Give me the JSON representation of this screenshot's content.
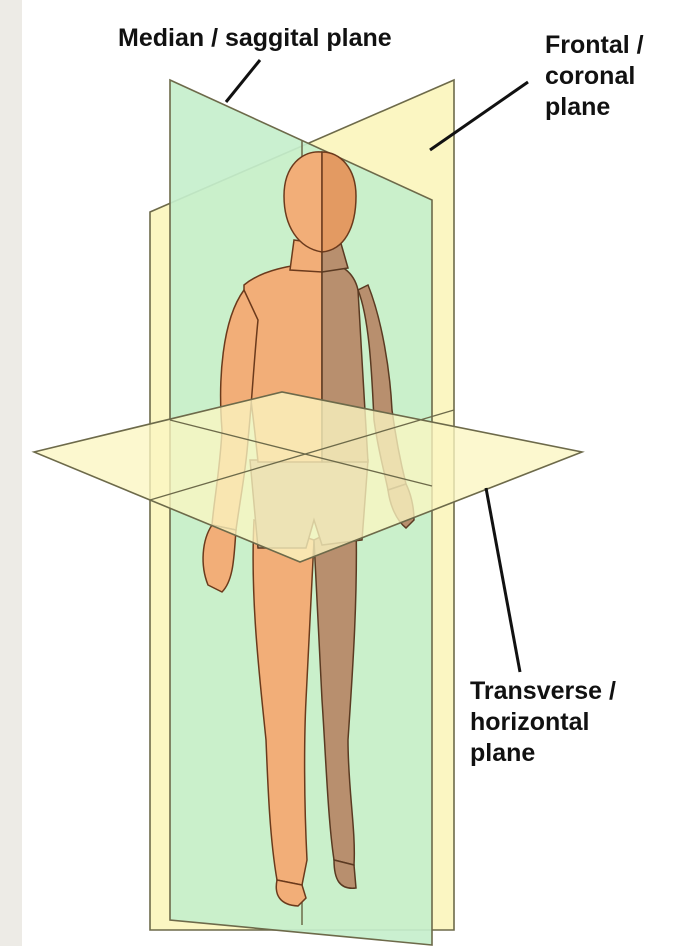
{
  "labels": {
    "median_sagittal": "Median / saggital plane",
    "frontal_coronal": [
      "Frontal /",
      "coronal",
      "plane"
    ],
    "transverse_horizontal": [
      "Transverse /",
      "horizontal",
      "plane"
    ]
  },
  "colors": {
    "background": "#ffffff",
    "page_margin": "#edebe6",
    "frontal_plane": "#fbf6c2",
    "sagittal_plane": "#c6efcc",
    "transverse_plane": "#fbf6c2",
    "plane_edge": "#6d6a4a",
    "skin_light": "#f2ae78",
    "skin_shaded": "#b88f6e",
    "leader_line": "#111111"
  }
}
